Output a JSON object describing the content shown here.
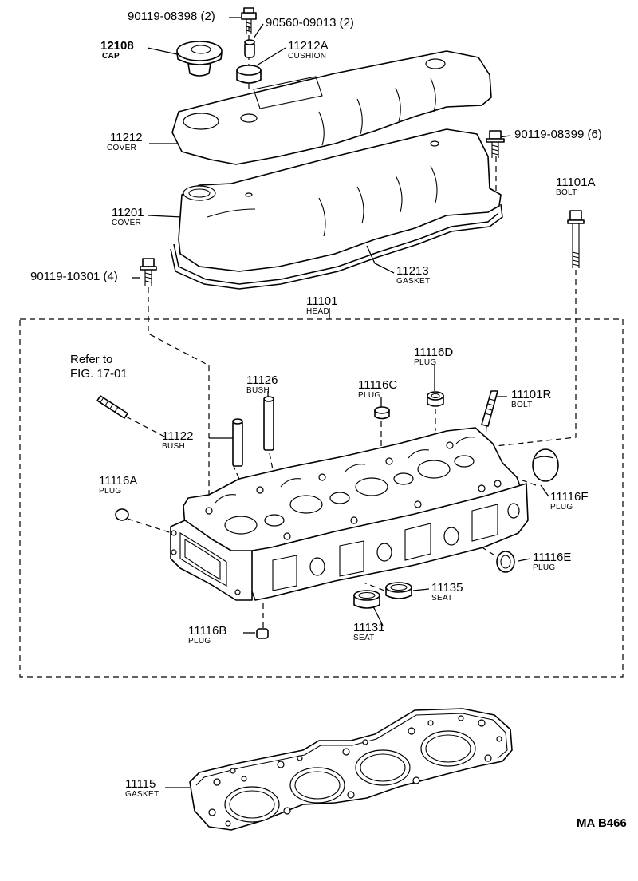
{
  "labels": {
    "bolt_90119_08398": "90119-08398 (2)",
    "part_90560_09013": "90560-09013 (2)",
    "cap_number": "12108",
    "cap_name": "CAP",
    "cushion_number": "11212A",
    "cushion_name": "CUSHION",
    "cover_upper_number": "11212",
    "cover_upper_name": "COVER",
    "bolt_90119_08399": "90119-08399 (6)",
    "bolt_11101a_number": "11101A",
    "bolt_11101a_name": "BOLT",
    "cover_lower_number": "11201",
    "cover_lower_name": "COVER",
    "gasket_11213_number": "11213",
    "gasket_11213_name": "GASKET",
    "bolt_90119_10301": "90119-10301 (4)",
    "head_number": "11101",
    "head_name": "HEAD",
    "refer_line1": "Refer to",
    "refer_line2": "FIG. 17-01",
    "bush_11126_number": "11126",
    "bush_11126_name": "BUSH",
    "plug_11116d_number": "11116D",
    "plug_11116d_name": "PLUG",
    "plug_11116c_number": "11116C",
    "plug_11116c_name": "PLUG",
    "bolt_11101r_number": "11101R",
    "bolt_11101r_name": "BOLT",
    "bush_11122_number": "11122",
    "bush_11122_name": "BUSH",
    "plug_11116a_number": "11116A",
    "plug_11116a_name": "PLUG",
    "plug_11116f_number": "11116F",
    "plug_11116f_name": "PLUG",
    "plug_11116e_number": "11116E",
    "plug_11116e_name": "PLUG",
    "seat_11135_number": "11135",
    "seat_11135_name": "SEAT",
    "plug_11116b_number": "11116B",
    "plug_11116b_name": "PLUG",
    "seat_11131_number": "11131",
    "seat_11131_name": "SEAT",
    "gasket_11115_number": "11115",
    "gasket_11115_name": "GASKET",
    "figure_code": "MA B466"
  }
}
